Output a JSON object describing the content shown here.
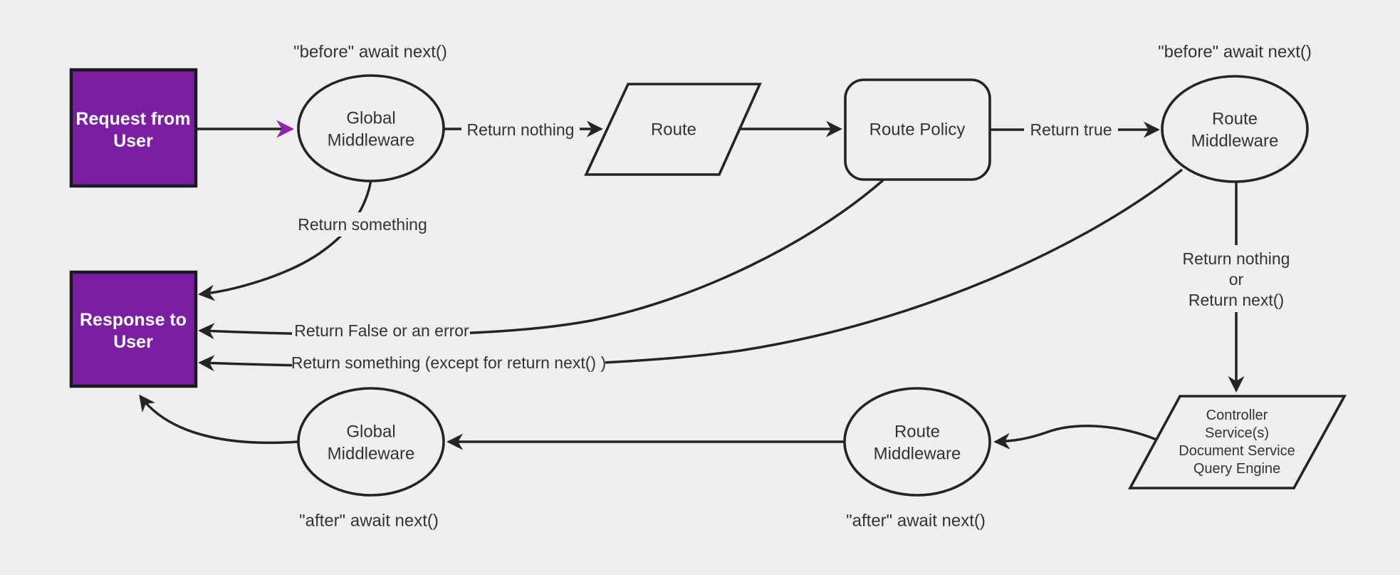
{
  "canvas": {
    "width": "1966",
    "height": "807",
    "background": "#efefef"
  },
  "colors": {
    "purple_fill": "#7b1fa2",
    "purple_arrow": "#8e24aa",
    "line": "#242424",
    "text": "#333333",
    "box_border": "#1a1a1a",
    "box_text": "#ffffff"
  },
  "nodes": {
    "request": {
      "line1": "Request from",
      "line2": "User"
    },
    "global_middleware_top": {
      "line1": "Global",
      "line2": "Middleware"
    },
    "route": {
      "label": "Route"
    },
    "route_policy": {
      "label": "Route Policy"
    },
    "route_middleware_top": {
      "line1": "Route",
      "line2": "Middleware"
    },
    "controller": {
      "line1": "Controller",
      "line2": "Service(s)",
      "line3": "Document Service",
      "line4": "Query Engine"
    },
    "route_middleware_bottom": {
      "line1": "Route",
      "line2": "Middleware"
    },
    "global_middleware_bottom": {
      "line1": "Global",
      "line2": "Middleware"
    },
    "response": {
      "line1": "Response to",
      "line2": "User"
    }
  },
  "edge_labels": {
    "return_nothing_top": "Return nothing",
    "return_true": "Return true",
    "return_nothing_or_line1": "Return nothing",
    "return_nothing_or_line2": "or",
    "return_nothing_or_line3": "Return next()",
    "return_something": "Return something",
    "return_false_or_error": "Return False or an error",
    "return_something_except": "Return something (except for return next() )"
  },
  "annotations": {
    "before_left": "\"before\" await next()",
    "before_right": "\"before\" await next()",
    "after_left": "\"after\" await next()",
    "after_right": "\"after\" await next()"
  }
}
